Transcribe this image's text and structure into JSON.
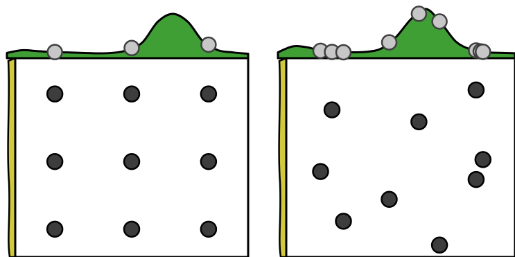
{
  "figure": {
    "panels": [
      {
        "name": "grid",
        "points": [
          [
            0.17,
            0.18
          ],
          [
            0.5,
            0.18
          ],
          [
            0.83,
            0.18
          ],
          [
            0.17,
            0.52
          ],
          [
            0.5,
            0.52
          ],
          [
            0.83,
            0.52
          ],
          [
            0.17,
            0.86
          ],
          [
            0.5,
            0.86
          ],
          [
            0.83,
            0.86
          ]
        ],
        "projections": [
          0.17,
          0.5,
          0.83
        ],
        "density": [
          0.12,
          0.18,
          0.16,
          0.14,
          0.13,
          0.12,
          0.11,
          0.12,
          0.18,
          0.36,
          0.82,
          1.0,
          0.82,
          0.38,
          0.18,
          0.13,
          0.1
        ]
      },
      {
        "name": "random",
        "points": [
          [
            0.83,
            0.16
          ],
          [
            0.2,
            0.26
          ],
          [
            0.58,
            0.32
          ],
          [
            0.86,
            0.51
          ],
          [
            0.15,
            0.57
          ],
          [
            0.83,
            0.61
          ],
          [
            0.45,
            0.71
          ],
          [
            0.25,
            0.82
          ],
          [
            0.67,
            0.94
          ]
        ],
        "projections": [
          0.15,
          0.2,
          0.25,
          0.45,
          0.58,
          0.67,
          0.83,
          0.85,
          0.86
        ],
        "density": [
          0.12,
          0.24,
          0.22,
          0.14,
          0.12,
          0.12,
          0.13,
          0.2,
          0.44,
          0.8,
          1.0,
          0.72,
          0.34,
          0.18,
          0.12,
          0.11,
          0.1
        ]
      }
    ],
    "colors": {
      "point_fill": "#3d3d3d",
      "projection_fill": "#c7c7c7",
      "density_fill": "#3f9f35",
      "strip_fill": "#cfc93b",
      "outline": "#000000"
    },
    "icons": {
      "watermark": "watermark-arrow-icon"
    }
  }
}
